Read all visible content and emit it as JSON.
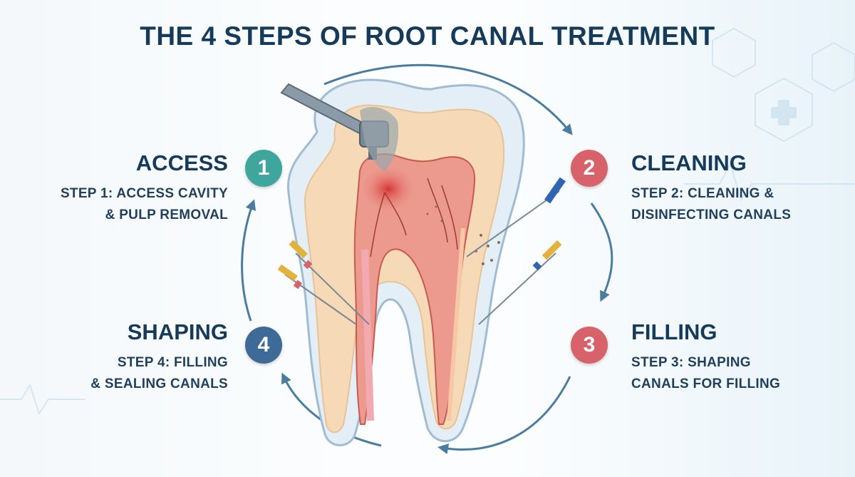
{
  "title": "THE 4 STEPS OF ROOT CANAL TREATMENT",
  "colors": {
    "title": "#163a59",
    "teal": "#3fa69e",
    "red": "#d8626a",
    "blue": "#3d6a96",
    "arrow": "#4a7ca0",
    "enamel": "#dceaf3",
    "dentin": "#f6d9b6",
    "pulp": "#e88a80"
  },
  "steps": [
    {
      "number": "1",
      "title": "ACCESS",
      "desc_line1": "STEP 1: ACCESS CAVITY",
      "desc_line2": "& PULP REMOVAL",
      "badge_color": "teal"
    },
    {
      "number": "2",
      "title": "CLEANING",
      "desc_line1": "STEP 2: CLEANING &",
      "desc_line2": "DISINFECTING CANALS",
      "badge_color": "red"
    },
    {
      "number": "3",
      "title": "FILLING",
      "desc_line1": "STEP 3: SHAPING",
      "desc_line2": "CANALS FOR FILLING",
      "badge_color": "red"
    },
    {
      "number": "4",
      "title": "SHAPING",
      "desc_line1": "STEP 4: FILLING",
      "desc_line2": "& SEALING CANALS",
      "badge_color": "blue"
    }
  ],
  "icons": [
    "dental-drill-icon",
    "endodontic-file-icon",
    "tooth-cross-section-icon",
    "cycle-arrow-icon"
  ]
}
